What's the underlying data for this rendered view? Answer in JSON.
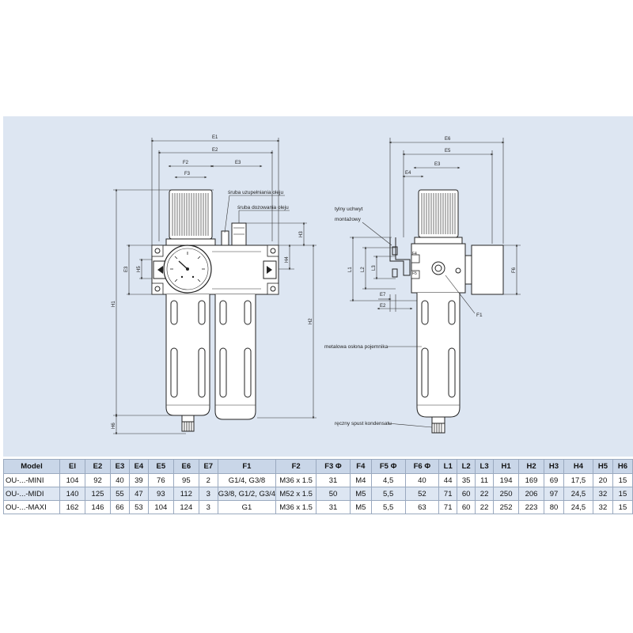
{
  "drawing": {
    "labels": {
      "filler_screw": "śruba uzupełniania oleju",
      "dosing_screw": "śruba dozowania oleju",
      "rear_mount": [
        "tylny uchwyt",
        "montażowy"
      ],
      "metal_cover": "metalowa osłona pojemnika",
      "manual_drain": "ręczny spust kondensatu",
      "f1": "F1"
    },
    "dims": {
      "e1": "E1",
      "e2": "E2",
      "e3": "E3",
      "e4": "E4",
      "e5": "E5",
      "e6": "E6",
      "e7": "E7",
      "f2": "F2",
      "f3": "F3",
      "f4": "F4",
      "f5": "F5",
      "f6": "F6",
      "h1": "H1",
      "h2": "H2",
      "h3": "H3",
      "h4": "H4",
      "h5": "H5",
      "h6": "H6",
      "l1": "L1",
      "l2": "L2",
      "l3": "L3"
    }
  },
  "table": {
    "headers": [
      "Model",
      "El",
      "E2",
      "E3",
      "E4",
      "E5",
      "E6",
      "E7",
      "F1",
      "F2",
      "F3 Φ",
      "F4",
      "F5 Φ",
      "F6 Φ",
      "L1",
      "L2",
      "L3",
      "H1",
      "H2",
      "H3",
      "H4",
      "H5",
      "H6"
    ],
    "rows": [
      [
        "OU-...-MINI",
        "104",
        "92",
        "40",
        "39",
        "76",
        "95",
        "2",
        "G1/4, G3/8",
        "M36 x 1.5",
        "31",
        "M4",
        "4,5",
        "40",
        "44",
        "35",
        "11",
        "194",
        "169",
        "69",
        "17,5",
        "20",
        "15"
      ],
      [
        "OU-...-MIDI",
        "140",
        "125",
        "55",
        "47",
        "93",
        "112",
        "3",
        "G3/8, G1/2, G3/4",
        "M52 x 1.5",
        "50",
        "M5",
        "5,5",
        "52",
        "71",
        "60",
        "22",
        "250",
        "206",
        "97",
        "24,5",
        "32",
        "15"
      ],
      [
        "OU-...-MAXI",
        "162",
        "146",
        "66",
        "53",
        "104",
        "124",
        "3",
        "G1",
        "M36 x 1.5",
        "31",
        "M5",
        "5,5",
        "63",
        "71",
        "60",
        "22",
        "252",
        "223",
        "80",
        "24,5",
        "32",
        "15"
      ]
    ]
  }
}
